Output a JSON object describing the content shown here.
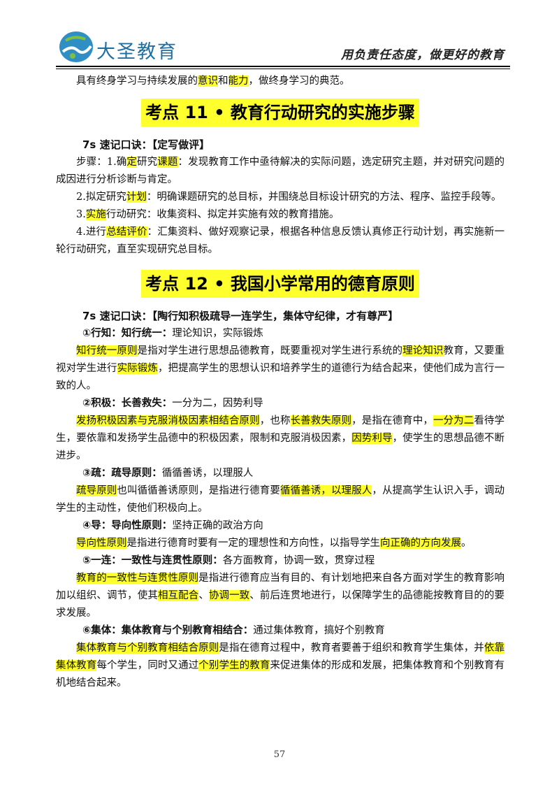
{
  "header": {
    "logo_text": "大圣教育",
    "slogan": "用负责任态度，做更好的教育"
  },
  "intro": {
    "a": "具有终身学习与持续发展的",
    "b": "意识",
    "c": "和",
    "d": "能力",
    "e": "，做终身学习的典范。"
  },
  "section11": {
    "title": "考点 11 • 教育行动研究的实施步骤",
    "mnemonic": "7s 速记口诀：【定写做评】",
    "s1": {
      "a": "步骤：1.确",
      "b": "定",
      "c": "研究",
      "d": "课题",
      "e": "：发现教育工作中亟待解决的实际问题，选定研究主题，并对研究问题的成因进行分析诊断与肯定。"
    },
    "s2": {
      "a": "2.拟定研究",
      "b": "计划",
      "c": "：明确课题研究的总目标，并围绕总目标设计研究的方法、程序、监控手段等。"
    },
    "s3": {
      "a": "3.",
      "b": "实施",
      "c": "行动研究：收集资料、拟定并实施有效的教育措施。"
    },
    "s4": {
      "a": "4.进行",
      "b": "总结评价",
      "c": "：汇集资料、做好观察记录，根据各种信息反馈认真修正行动计划，再实施新一轮行动研究，直至实现研究总目标。"
    }
  },
  "section12": {
    "title": "考点 12 • 我国小学常用的德育原则",
    "mnemonic": "7s 速记口诀：【陶行知积极疏导一连学生，集体守纪律，才有尊严】",
    "p1": {
      "head": "①行知：知行统一：",
      "note": "理论知识，实际锻炼",
      "a": "知行统一原则",
      "b": "是指对学生进行思想品德教育，既要重视对学生进行系统的",
      "c": "理论知识",
      "d": "教育，又要重视对学生进行",
      "e": "实际锻炼",
      "f": "，把提高学生的思想认识和培养学生的道德行为结合起来，使他们成为言行一致的人。"
    },
    "p2": {
      "head": "②积极：长善救失：",
      "note": "一分为二，因势利导",
      "a": "发扬积极因素与克服消极因素相结合原则",
      "b": "，也称",
      "c": "长善救失原则",
      "d": "，是指在德育中，",
      "e": "一分为二",
      "f": "看待学生，要依靠和发扬学生品德中的积极因素，限制和克服消极因素，",
      "g": "因势利导",
      "h": "，使学生的思想品德不断进步。"
    },
    "p3": {
      "head": "③疏：疏导原则：",
      "note": "循循善诱，以理服人",
      "a": "疏导原则",
      "b": "也叫循循善诱原则，是指进行德育要",
      "c": "循循善诱，以理服人",
      "d": "，从提高学生认识入手，调动学生的主动性，使他们积极向上。"
    },
    "p4": {
      "head": "④导：导向性原则：",
      "note": "坚持正确的政治方向",
      "a": "导向性原则",
      "b": "是指进行德育时要有一定的理想性和方向性，以指导学生",
      "c": "向正确的方向发展",
      "d": "。"
    },
    "p5": {
      "head": "⑤一连：一致性与连贯性原则：",
      "note": "各方面教育，协调一致，贯穿过程",
      "a": "教育的一致性与连贯性原则",
      "b": "是指进行德育应当有目的、有计划地把来自各方面对学生的教育影响加以组织、调节，使其",
      "c": "相互配合",
      "d": "、",
      "e": "协调一致",
      "f": "、前后连贯地进行，以保障学生的品德能按教育目的的要求发展。"
    },
    "p6": {
      "head": "⑥集体：集体教育与个别教育相结合：",
      "note": "通过集体教育，搞好个别教育",
      "a": "集体教育与个别教育相结合原则",
      "b": "是指在德育过程中，教育者要善于组织和教育学生集体，并",
      "c": "依靠集体教育",
      "d": "每个学生，同时又通过",
      "e": "个别学生的教育",
      "f": "来促进集体的形成和发展，把集体教育和个别教育有机地结合起来。"
    }
  },
  "footer": {
    "page_number": "57"
  }
}
